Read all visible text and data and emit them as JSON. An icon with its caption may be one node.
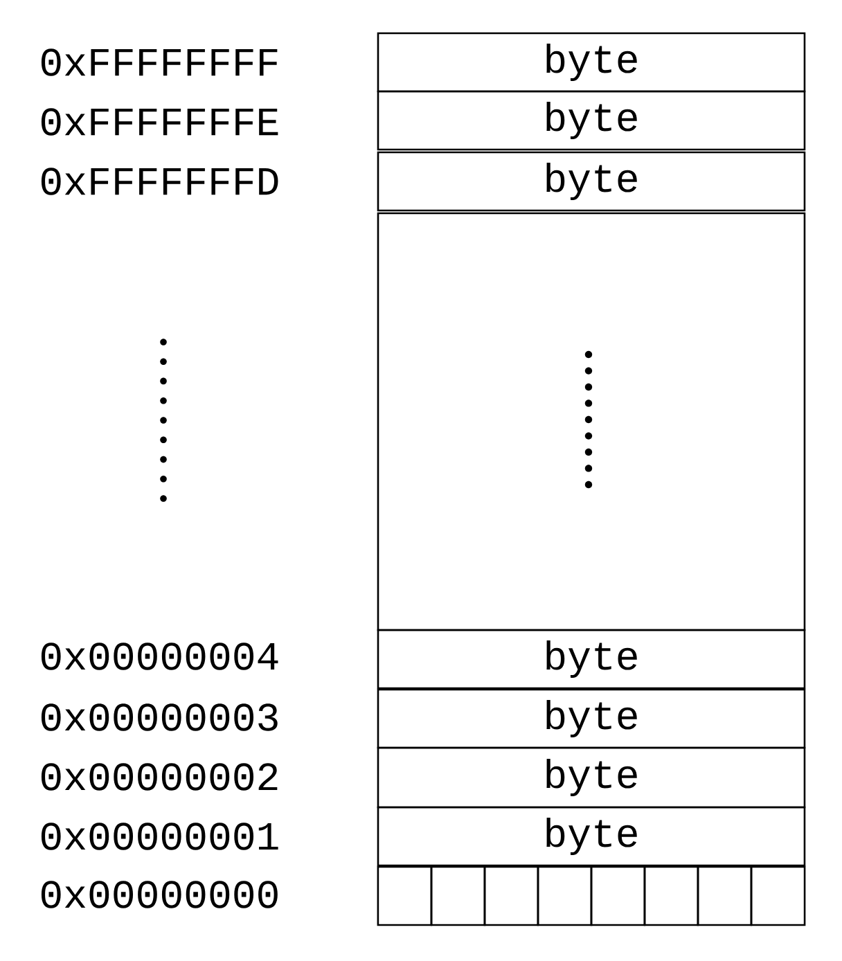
{
  "diagram": {
    "nodes": [
      {
        "text": [
          "byte"
        ]
      },
      {
        "text": [
          "byte"
        ]
      },
      {
        "text": [
          "byte"
        ]
      },
      {
        "text": [],
        "shape": "box"
      },
      {
        "text": [
          "byte"
        ]
      },
      {
        "text": [
          "byte"
        ]
      },
      {
        "text": [
          "byte"
        ]
      },
      {
        "text": [
          "byte"
        ]
      },
      {
        "text": [],
        "shape": "box"
      },
      {
        "text": [],
        "shape": "box"
      },
      {
        "text": [],
        "shape": "box"
      },
      {
        "text": [],
        "shape": "box"
      },
      {
        "text": [],
        "shape": "box"
      },
      {
        "text": [],
        "shape": "box"
      },
      {
        "text": [],
        "shape": "box"
      },
      {
        "text": [],
        "shape": "box"
      }
    ],
    "labels": [
      "0xFFFFFFFF",
      "0xFFFFFFFE",
      "0xFFFFFFFD",
      "0x00000004",
      "0x00000003",
      "0x00000002",
      "0x00000001",
      "0x00000000"
    ]
  }
}
